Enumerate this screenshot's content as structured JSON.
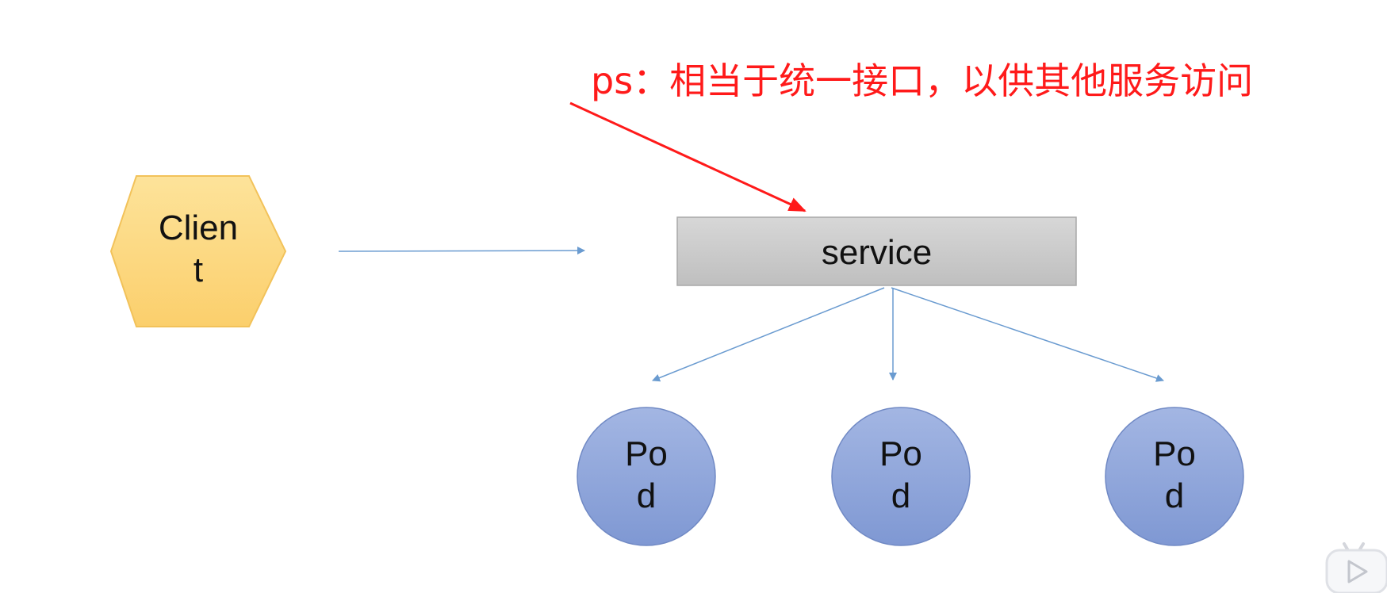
{
  "annotation": {
    "text": "ps：相当于统一接口，以供其他服务访问",
    "color": "#ff1a1a"
  },
  "client": {
    "label": "Clien\nt",
    "shape": "hexagon",
    "fill": "#fdd17a"
  },
  "service": {
    "label": "service",
    "shape": "rectangle",
    "fill": "#c8c8c8"
  },
  "pods": [
    {
      "label": "Po\nd",
      "shape": "circle",
      "fill": "#8ca3da"
    },
    {
      "label": "Po\nd",
      "shape": "circle",
      "fill": "#8ca3da"
    },
    {
      "label": "Po\nd",
      "shape": "circle",
      "fill": "#8ca3da"
    }
  ],
  "connector_color": "#6a9bd0",
  "icons": {
    "play": "play-icon"
  }
}
